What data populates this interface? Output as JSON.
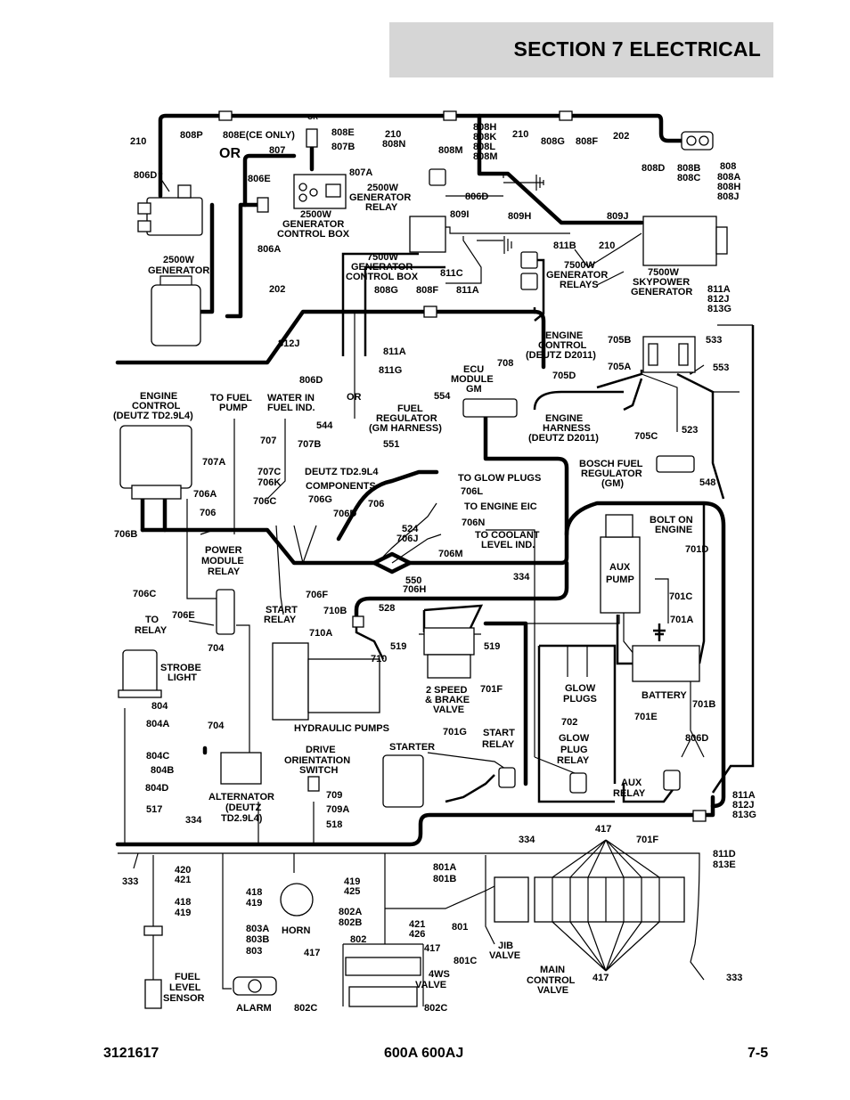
{
  "header": {
    "section_title": "SECTION 7   ELECTRICAL"
  },
  "footer": {
    "doc_number": "3121617",
    "models": "600A 600AJ",
    "page": "7-5"
  },
  "labels": [
    {
      "id": "or-top",
      "text": "OR"
    },
    {
      "id": "l210a",
      "text": "210"
    },
    {
      "id": "l808p",
      "text": "808P"
    },
    {
      "id": "l808e-ce",
      "text": "808E(CE ONLY)"
    },
    {
      "id": "l808e",
      "text": "808E"
    },
    {
      "id": "l807b",
      "text": "807B"
    },
    {
      "id": "l807",
      "text": "807"
    },
    {
      "id": "l210b",
      "text": "210"
    },
    {
      "id": "l808n",
      "text": "808N"
    },
    {
      "id": "l808m",
      "text": "808M"
    },
    {
      "id": "l808h",
      "text": "808H"
    },
    {
      "id": "l808k",
      "text": "808K"
    },
    {
      "id": "l808l",
      "text": "808L"
    },
    {
      "id": "l808m2",
      "text": "808M"
    },
    {
      "id": "l210c",
      "text": "210"
    },
    {
      "id": "l808g",
      "text": "808G"
    },
    {
      "id": "l808f",
      "text": "808F"
    },
    {
      "id": "l202a",
      "text": "202"
    },
    {
      "id": "or-big",
      "text": "OR"
    },
    {
      "id": "l806d-a",
      "text": "806D"
    },
    {
      "id": "l806e",
      "text": "806E"
    },
    {
      "id": "l807a",
      "text": "807A"
    },
    {
      "id": "l808d",
      "text": "808D"
    },
    {
      "id": "l808b",
      "text": "808B"
    },
    {
      "id": "l808c",
      "text": "808C"
    },
    {
      "id": "l808",
      "text": "808"
    },
    {
      "id": "l808a",
      "text": "808A"
    },
    {
      "id": "l808h2",
      "text": "808H"
    },
    {
      "id": "l808j",
      "text": "808J"
    },
    {
      "id": "gen-relay-1",
      "text": "2500W"
    },
    {
      "id": "gen-relay-2",
      "text": "GENERATOR"
    },
    {
      "id": "gen-relay-3",
      "text": "RELAY"
    },
    {
      "id": "l806d-b",
      "text": "806D"
    },
    {
      "id": "gcb-1",
      "text": "2500W"
    },
    {
      "id": "gcb-2",
      "text": "GENERATOR"
    },
    {
      "id": "gcb-3",
      "text": "CONTROL BOX"
    },
    {
      "id": "l809i",
      "text": "809I"
    },
    {
      "id": "l809h",
      "text": "809H"
    },
    {
      "id": "l809j",
      "text": "809J"
    },
    {
      "id": "l806a",
      "text": "806A"
    },
    {
      "id": "gen-1",
      "text": "2500W"
    },
    {
      "id": "gen-2",
      "text": "GENERATOR"
    },
    {
      "id": "l811b",
      "text": "811B"
    },
    {
      "id": "l210d",
      "text": "210"
    },
    {
      "id": "gcb7-1",
      "text": "7500W"
    },
    {
      "id": "gcb7-2",
      "text": "GENERATOR"
    },
    {
      "id": "gcb7-3",
      "text": "CONTROL BOX"
    },
    {
      "id": "l811c",
      "text": "811C"
    },
    {
      "id": "gr7-1",
      "text": "7500W"
    },
    {
      "id": "gr7-2",
      "text": "GENERATOR"
    },
    {
      "id": "gr7-3",
      "text": "RELAYS"
    },
    {
      "id": "sky-1",
      "text": "7500W"
    },
    {
      "id": "sky-2",
      "text": "SKYPOWER"
    },
    {
      "id": "sky-3",
      "text": "GENERATOR"
    },
    {
      "id": "l202b",
      "text": "202"
    },
    {
      "id": "l808g2",
      "text": "808G"
    },
    {
      "id": "l808f2",
      "text": "808F"
    },
    {
      "id": "l811a",
      "text": "811A"
    },
    {
      "id": "l811a-r",
      "text": "811A"
    },
    {
      "id": "l812j-r",
      "text": "812J"
    },
    {
      "id": "l813g-r",
      "text": "813G"
    },
    {
      "id": "ec-1",
      "text": "ENGINE"
    },
    {
      "id": "ec-2",
      "text": "CONTROL"
    },
    {
      "id": "ec-3",
      "text": "(DEUTZ D2011)"
    },
    {
      "id": "l705b",
      "text": "705B"
    },
    {
      "id": "l533",
      "text": "533"
    },
    {
      "id": "l812j",
      "text": "812J"
    },
    {
      "id": "l811a2",
      "text": "811A"
    },
    {
      "id": "l806d-c",
      "text": "806D"
    },
    {
      "id": "l811g",
      "text": "811G"
    },
    {
      "id": "l705a",
      "text": "705A"
    },
    {
      "id": "l553",
      "text": "553"
    },
    {
      "id": "ecu-1",
      "text": "ECU"
    },
    {
      "id": "ecu-2",
      "text": "MODULE"
    },
    {
      "id": "ecu-3",
      "text": "GM"
    },
    {
      "id": "l708",
      "text": "708"
    },
    {
      "id": "l705d",
      "text": "705D"
    },
    {
      "id": "ect-1",
      "text": "ENGINE"
    },
    {
      "id": "ect-2",
      "text": "CONTROL"
    },
    {
      "id": "ect-3",
      "text": "(DEUTZ TD2.9L4)"
    },
    {
      "id": "tfp-1",
      "text": "TO FUEL"
    },
    {
      "id": "tfp-2",
      "text": "PUMP"
    },
    {
      "id": "wif-1",
      "text": "WATER IN"
    },
    {
      "id": "wif-2",
      "text": "FUEL IND."
    },
    {
      "id": "or-mid",
      "text": "OR"
    },
    {
      "id": "l554",
      "text": "554"
    },
    {
      "id": "fr-1",
      "text": "FUEL"
    },
    {
      "id": "fr-2",
      "text": "REGULATOR"
    },
    {
      "id": "fr-3",
      "text": "(GM HARNESS)"
    },
    {
      "id": "l544",
      "text": "544"
    },
    {
      "id": "eh-1",
      "text": "ENGINE"
    },
    {
      "id": "eh-2",
      "text": "HARNESS"
    },
    {
      "id": "eh-3",
      "text": "(DEUTZ D2011)"
    },
    {
      "id": "l705c",
      "text": "705C"
    },
    {
      "id": "l523",
      "text": "523"
    },
    {
      "id": "l707",
      "text": "707"
    },
    {
      "id": "l707b",
      "text": "707B"
    },
    {
      "id": "l551",
      "text": "551"
    },
    {
      "id": "l707a",
      "text": "707A"
    },
    {
      "id": "bfr-1",
      "text": "BOSCH FUEL"
    },
    {
      "id": "bfr-2",
      "text": "REGULATOR"
    },
    {
      "id": "bfr-3",
      "text": "(GM)"
    },
    {
      "id": "l707c",
      "text": "707C"
    },
    {
      "id": "l706k",
      "text": "706K"
    },
    {
      "id": "dc-1",
      "text": "DEUTZ TD2.9L4"
    },
    {
      "id": "dc-2",
      "text": "COMPONENTS"
    },
    {
      "id": "tgp",
      "text": "TO GLOW PLUGS"
    },
    {
      "id": "l706l",
      "text": "706L"
    },
    {
      "id": "l548",
      "text": "548"
    },
    {
      "id": "l706a",
      "text": "706A"
    },
    {
      "id": "l706g",
      "text": "706G"
    },
    {
      "id": "l706c",
      "text": "706C"
    },
    {
      "id": "l706d",
      "text": "706D"
    },
    {
      "id": "l706",
      "text": "706"
    },
    {
      "id": "l706-2",
      "text": "706"
    },
    {
      "id": "teic",
      "text": "TO ENGINE EIC"
    },
    {
      "id": "l706n",
      "text": "706N"
    },
    {
      "id": "boe-1",
      "text": "BOLT ON"
    },
    {
      "id": "boe-2",
      "text": "ENGINE"
    },
    {
      "id": "l706b",
      "text": "706B"
    },
    {
      "id": "l524",
      "text": "524"
    },
    {
      "id": "l706j",
      "text": "706J"
    },
    {
      "id": "tcl-1",
      "text": "TO COOLANT"
    },
    {
      "id": "tcl-2",
      "text": "LEVEL IND."
    },
    {
      "id": "l706m",
      "text": "706M"
    },
    {
      "id": "l701d",
      "text": "701D"
    },
    {
      "id": "pmr-1",
      "text": "POWER"
    },
    {
      "id": "pmr-2",
      "text": "MODULE"
    },
    {
      "id": "pmr-3",
      "text": "RELAY"
    },
    {
      "id": "l550",
      "text": "550"
    },
    {
      "id": "l706h",
      "text": "706H"
    },
    {
      "id": "l334a",
      "text": "334"
    },
    {
      "id": "ap-1",
      "text": "AUX"
    },
    {
      "id": "ap-2",
      "text": "PUMP"
    },
    {
      "id": "l706c2",
      "text": "706C"
    },
    {
      "id": "l706f",
      "text": "706F"
    },
    {
      "id": "l701c",
      "text": "701C"
    },
    {
      "id": "sr-1",
      "text": "START"
    },
    {
      "id": "sr-2",
      "text": "RELAY"
    },
    {
      "id": "l528",
      "text": "528"
    },
    {
      "id": "l706e",
      "text": "706E"
    },
    {
      "id": "l710b",
      "text": "710B"
    },
    {
      "id": "l701a",
      "text": "701A"
    },
    {
      "id": "tr-1",
      "text": "TO"
    },
    {
      "id": "tr-2",
      "text": "RELAY"
    },
    {
      "id": "l704",
      "text": "704"
    },
    {
      "id": "l710a",
      "text": "710A"
    },
    {
      "id": "l519a",
      "text": "519"
    },
    {
      "id": "l519b",
      "text": "519"
    },
    {
      "id": "l710",
      "text": "710"
    },
    {
      "id": "sl-1",
      "text": "STROBE"
    },
    {
      "id": "sl-2",
      "text": "LIGHT"
    },
    {
      "id": "bv-1",
      "text": "2 SPEED"
    },
    {
      "id": "bv-2",
      "text": "& BRAKE"
    },
    {
      "id": "bv-3",
      "text": "VALVE"
    },
    {
      "id": "l701f",
      "text": "701F"
    },
    {
      "id": "gp-1",
      "text": "GLOW"
    },
    {
      "id": "gp-2",
      "text": "PLUGS"
    },
    {
      "id": "batt",
      "text": "BATTERY"
    },
    {
      "id": "l701b",
      "text": "701B"
    },
    {
      "id": "l804",
      "text": "804"
    },
    {
      "id": "l804a",
      "text": "804A"
    },
    {
      "id": "l702",
      "text": "702"
    },
    {
      "id": "l704b",
      "text": "704"
    },
    {
      "id": "hp",
      "text": "HYDRAULIC PUMPS"
    },
    {
      "id": "l701e",
      "text": "701E"
    },
    {
      "id": "l701g",
      "text": "701G"
    },
    {
      "id": "sr2-1",
      "text": "START"
    },
    {
      "id": "sr2-2",
      "text": "RELAY"
    },
    {
      "id": "gpr-1",
      "text": "GLOW"
    },
    {
      "id": "gpr-2",
      "text": "PLUG"
    },
    {
      "id": "gpr-3",
      "text": "RELAY"
    },
    {
      "id": "l806d-d",
      "text": "806D"
    },
    {
      "id": "l804c",
      "text": "804C"
    },
    {
      "id": "l804b",
      "text": "804B"
    },
    {
      "id": "dos-1",
      "text": "DRIVE"
    },
    {
      "id": "dos-2",
      "text": "ORIENTATION"
    },
    {
      "id": "dos-3",
      "text": "SWITCH"
    },
    {
      "id": "starter",
      "text": "STARTER"
    },
    {
      "id": "l804d",
      "text": "804D"
    },
    {
      "id": "alt-1",
      "text": "ALTERNATOR"
    },
    {
      "id": "alt-2",
      "text": "(DEUTZ"
    },
    {
      "id": "alt-3",
      "text": "TD2.9L4)"
    },
    {
      "id": "l709",
      "text": "709"
    },
    {
      "id": "l709a",
      "text": "709A"
    },
    {
      "id": "ar-1",
      "text": "AUX"
    },
    {
      "id": "ar-2",
      "text": "RELAY"
    },
    {
      "id": "l811a-b",
      "text": "811A"
    },
    {
      "id": "l812j-b",
      "text": "812J"
    },
    {
      "id": "l813g-b",
      "text": "813G"
    },
    {
      "id": "l517",
      "text": "517"
    },
    {
      "id": "l334b",
      "text": "334"
    },
    {
      "id": "l518",
      "text": "518"
    },
    {
      "id": "l334c",
      "text": "334"
    },
    {
      "id": "l417a",
      "text": "417"
    },
    {
      "id": "l701f2",
      "text": "701F"
    },
    {
      "id": "l811d",
      "text": "811D"
    },
    {
      "id": "l813e",
      "text": "813E"
    },
    {
      "id": "l333a",
      "text": "333"
    },
    {
      "id": "l420",
      "text": "420"
    },
    {
      "id": "l421",
      "text": "421"
    },
    {
      "id": "l418",
      "text": "418"
    },
    {
      "id": "l419",
      "text": "419"
    },
    {
      "id": "l418b",
      "text": "418"
    },
    {
      "id": "l419b",
      "text": "419"
    },
    {
      "id": "l419c",
      "text": "419"
    },
    {
      "id": "l425",
      "text": "425"
    },
    {
      "id": "l801a",
      "text": "801A"
    },
    {
      "id": "l801b",
      "text": "801B"
    },
    {
      "id": "l803a",
      "text": "803A"
    },
    {
      "id": "l803b",
      "text": "803B"
    },
    {
      "id": "l802a",
      "text": "802A"
    },
    {
      "id": "l802b",
      "text": "802B"
    },
    {
      "id": "l421b",
      "text": "421"
    },
    {
      "id": "l426",
      "text": "426"
    },
    {
      "id": "l801",
      "text": "801"
    },
    {
      "id": "horn",
      "text": "HORN"
    },
    {
      "id": "l803",
      "text": "803"
    },
    {
      "id": "l802",
      "text": "802"
    },
    {
      "id": "l417b",
      "text": "417"
    },
    {
      "id": "l417c",
      "text": "417"
    },
    {
      "id": "jib-1",
      "text": "JIB"
    },
    {
      "id": "jib-2",
      "text": "VALVE"
    },
    {
      "id": "l801c",
      "text": "801C"
    },
    {
      "id": "mcv-1",
      "text": "MAIN"
    },
    {
      "id": "mcv-2",
      "text": "CONTROL"
    },
    {
      "id": "mcv-3",
      "text": "VALVE"
    },
    {
      "id": "l417d",
      "text": "417"
    },
    {
      "id": "l333b",
      "text": "333"
    },
    {
      "id": "ws-1",
      "text": "4WS"
    },
    {
      "id": "ws-2",
      "text": "VALVE"
    },
    {
      "id": "fls-1",
      "text": "FUEL"
    },
    {
      "id": "fls-2",
      "text": "LEVEL"
    },
    {
      "id": "fls-3",
      "text": "SENSOR"
    },
    {
      "id": "alarm",
      "text": "ALARM"
    },
    {
      "id": "l802c-a",
      "text": "802C"
    },
    {
      "id": "l802c-b",
      "text": "802C"
    }
  ]
}
